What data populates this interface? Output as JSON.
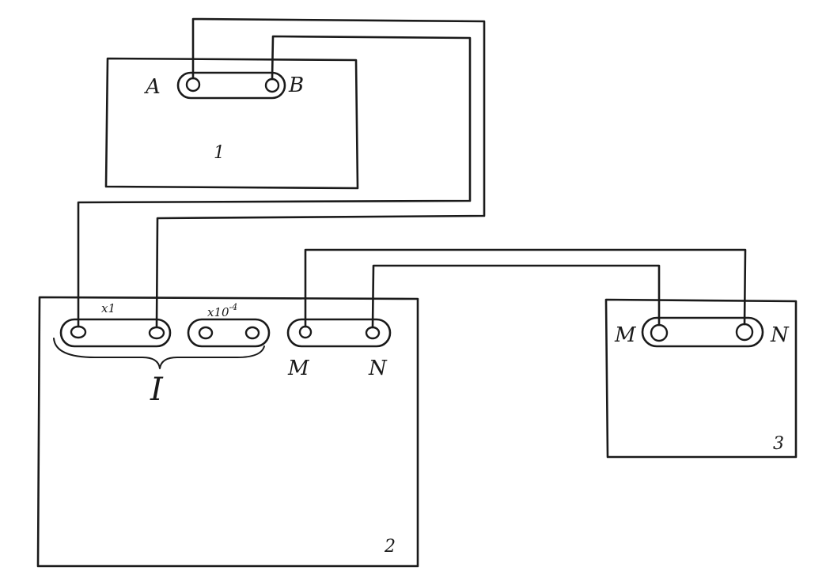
{
  "device1": {
    "number": "1",
    "terminal_a": "A",
    "terminal_b": "B"
  },
  "device2": {
    "number": "2",
    "range_x1": "x1",
    "range_x10_prefix": "x10",
    "range_x10_exp": "-4",
    "current_symbol": "I",
    "terminal_m": "M",
    "terminal_n": "N"
  },
  "device3": {
    "number": "3",
    "terminal_m": "M",
    "terminal_n": "N"
  }
}
